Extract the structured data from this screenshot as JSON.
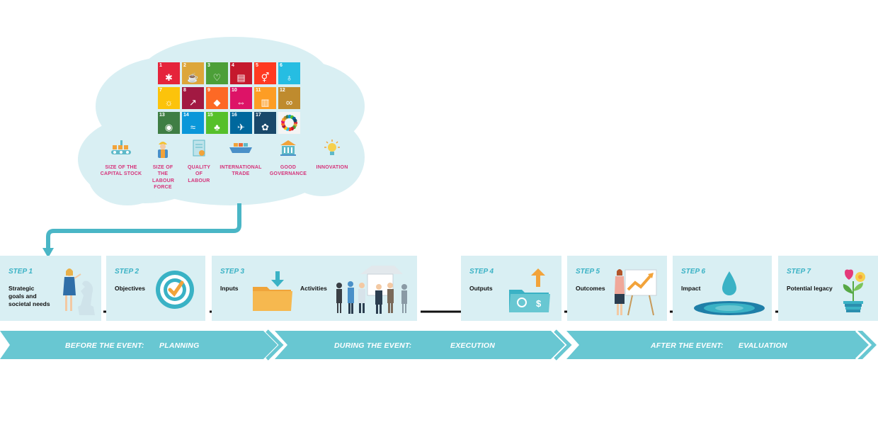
{
  "sdg_tiles": [
    {
      "n": "1",
      "color": "#e5243b",
      "glyph": "✱"
    },
    {
      "n": "2",
      "color": "#dda63a",
      "glyph": "☕"
    },
    {
      "n": "3",
      "color": "#4c9f38",
      "glyph": "♡"
    },
    {
      "n": "4",
      "color": "#c5192d",
      "glyph": "▤"
    },
    {
      "n": "5",
      "color": "#ff3a21",
      "glyph": "⚥"
    },
    {
      "n": "6",
      "color": "#26bde2",
      "glyph": "♁"
    },
    {
      "n": "7",
      "color": "#fcc30b",
      "glyph": "☼"
    },
    {
      "n": "8",
      "color": "#a21942",
      "glyph": "↗"
    },
    {
      "n": "9",
      "color": "#fd6925",
      "glyph": "◆"
    },
    {
      "n": "10",
      "color": "#dd1367",
      "glyph": "⇔"
    },
    {
      "n": "11",
      "color": "#fd9d24",
      "glyph": "▥"
    },
    {
      "n": "12",
      "color": "#bf8b2e",
      "glyph": "∞"
    },
    {
      "n": "13",
      "color": "#3f7e44",
      "glyph": "◉"
    },
    {
      "n": "14",
      "color": "#0a97d9",
      "glyph": "≈"
    },
    {
      "n": "15",
      "color": "#56c02b",
      "glyph": "♣"
    },
    {
      "n": "16",
      "color": "#00689d",
      "glyph": "✈"
    },
    {
      "n": "17",
      "color": "#19486a",
      "glyph": "✿"
    },
    {
      "n": "",
      "color": "#f4f4f4",
      "glyph": ""
    }
  ],
  "factors": [
    {
      "label": "SIZE OF THE CAPITAL STOCK",
      "icon": "conveyor-icon"
    },
    {
      "label": "SIZE OF THE LABOUR FORCE",
      "icon": "worker-icon"
    },
    {
      "label": "QUALITY OF LABOUR",
      "icon": "certificate-icon"
    },
    {
      "label": "INTERNATIONAL TRADE",
      "icon": "cargo-ship-icon"
    },
    {
      "label": "GOOD GOVERNANCE",
      "icon": "government-building-icon"
    },
    {
      "label": "INNOVATION",
      "icon": "lightbulb-icon"
    }
  ],
  "steps": [
    {
      "step": "STEP 1",
      "title": "Strategic goals and societal needs",
      "extra": ""
    },
    {
      "step": "STEP 2",
      "title": "Objectives",
      "extra": ""
    },
    {
      "step": "STEP 3",
      "title": "Inputs",
      "extra": "Activities"
    },
    {
      "step": "STEP 4",
      "title": "Outputs",
      "extra": ""
    },
    {
      "step": "STEP 5",
      "title": "Outcomes",
      "extra": ""
    },
    {
      "step": "STEP 6",
      "title": "Impact",
      "extra": ""
    },
    {
      "step": "STEP 7",
      "title": "Potential legacy",
      "extra": ""
    }
  ],
  "phases": [
    {
      "label": "BEFORE THE EVENT:",
      "sub": "PLANNING"
    },
    {
      "label": "DURING THE EVENT:",
      "sub": "EXECUTION"
    },
    {
      "label": "AFTER THE EVENT:",
      "sub": "EVALUATION"
    }
  ],
  "colors": {
    "teal": "#68c7d2",
    "cloud": "#d9eff3",
    "step_bg": "#d9eff3",
    "accent": "#3ab2c5",
    "pink": "#d6337a"
  }
}
